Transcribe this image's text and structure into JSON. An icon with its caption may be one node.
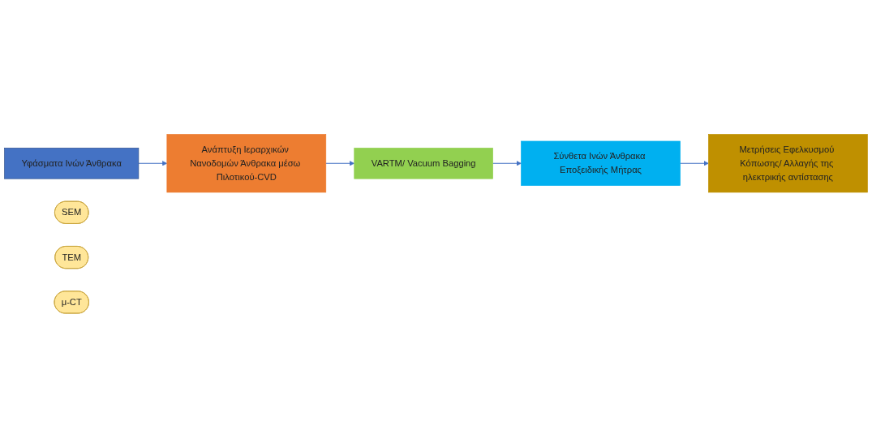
{
  "diagram": {
    "nodes": [
      {
        "text": [
          "Υφάσματα Ινών Άνθρακα"
        ]
      },
      {
        "text": [
          "Ανάπτυξη Ιεραρχικών Νανοδομών Άνθρακα μέσω Πιλοτικού-CVD"
        ]
      },
      {
        "text": [
          "SEM"
        ]
      },
      {
        "text": [
          "TEM"
        ]
      },
      {
        "text": [
          "VARTM/ Vacuum Bagging"
        ]
      },
      {
        "text": [
          "Σύνθετα Ινών Άνθρακα Εποξειδικής Μήτρας"
        ]
      },
      {
        "text": [
          "μ-CT"
        ]
      },
      {
        "text": [
          "Μετρήσεις Εφελκυσμού Κόπωσης/ Αλλαγής της ηλεκτρικής αντίστασης"
        ]
      }
    ],
    "edges": [
      {
        "from": 0,
        "to": 1,
        "arrow": "to"
      },
      {
        "from": 1,
        "to": 4,
        "arrow": "to"
      },
      {
        "from": 4,
        "to": 5,
        "arrow": "to"
      },
      {
        "from": 5,
        "to": 7,
        "arrow": "to"
      }
    ]
  }
}
